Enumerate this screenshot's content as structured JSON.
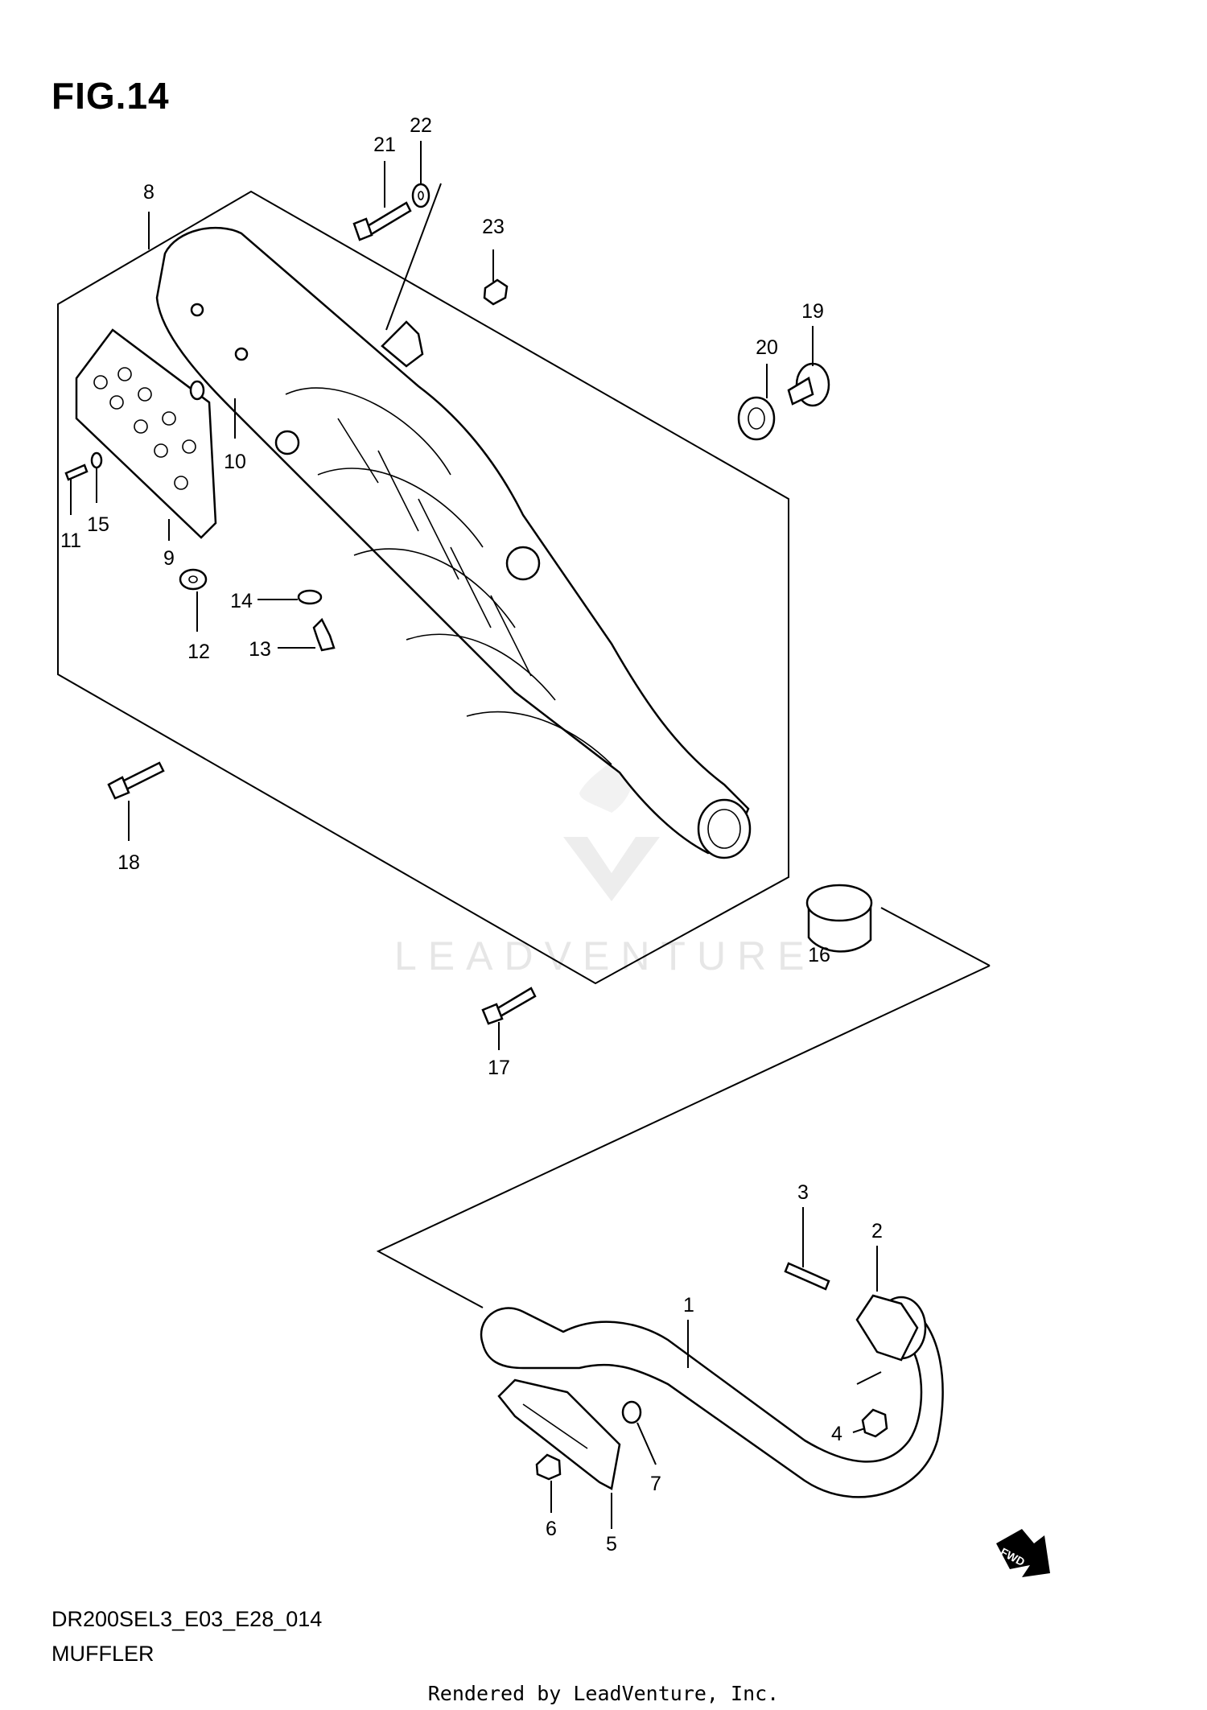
{
  "figure": {
    "title": "FIG.14",
    "code": "DR200SEL3_E03_E28_014",
    "name": "MUFFLER",
    "rendered_by": "Rendered by LeadVenture, Inc.",
    "watermark": "LEADVENTURE",
    "fwd_label": "FWD"
  },
  "callouts": [
    "1",
    "2",
    "3",
    "4",
    "5",
    "6",
    "7",
    "8",
    "9",
    "10",
    "11",
    "12",
    "13",
    "14",
    "15",
    "16",
    "17",
    "18",
    "19",
    "20",
    "21",
    "22",
    "23"
  ]
}
